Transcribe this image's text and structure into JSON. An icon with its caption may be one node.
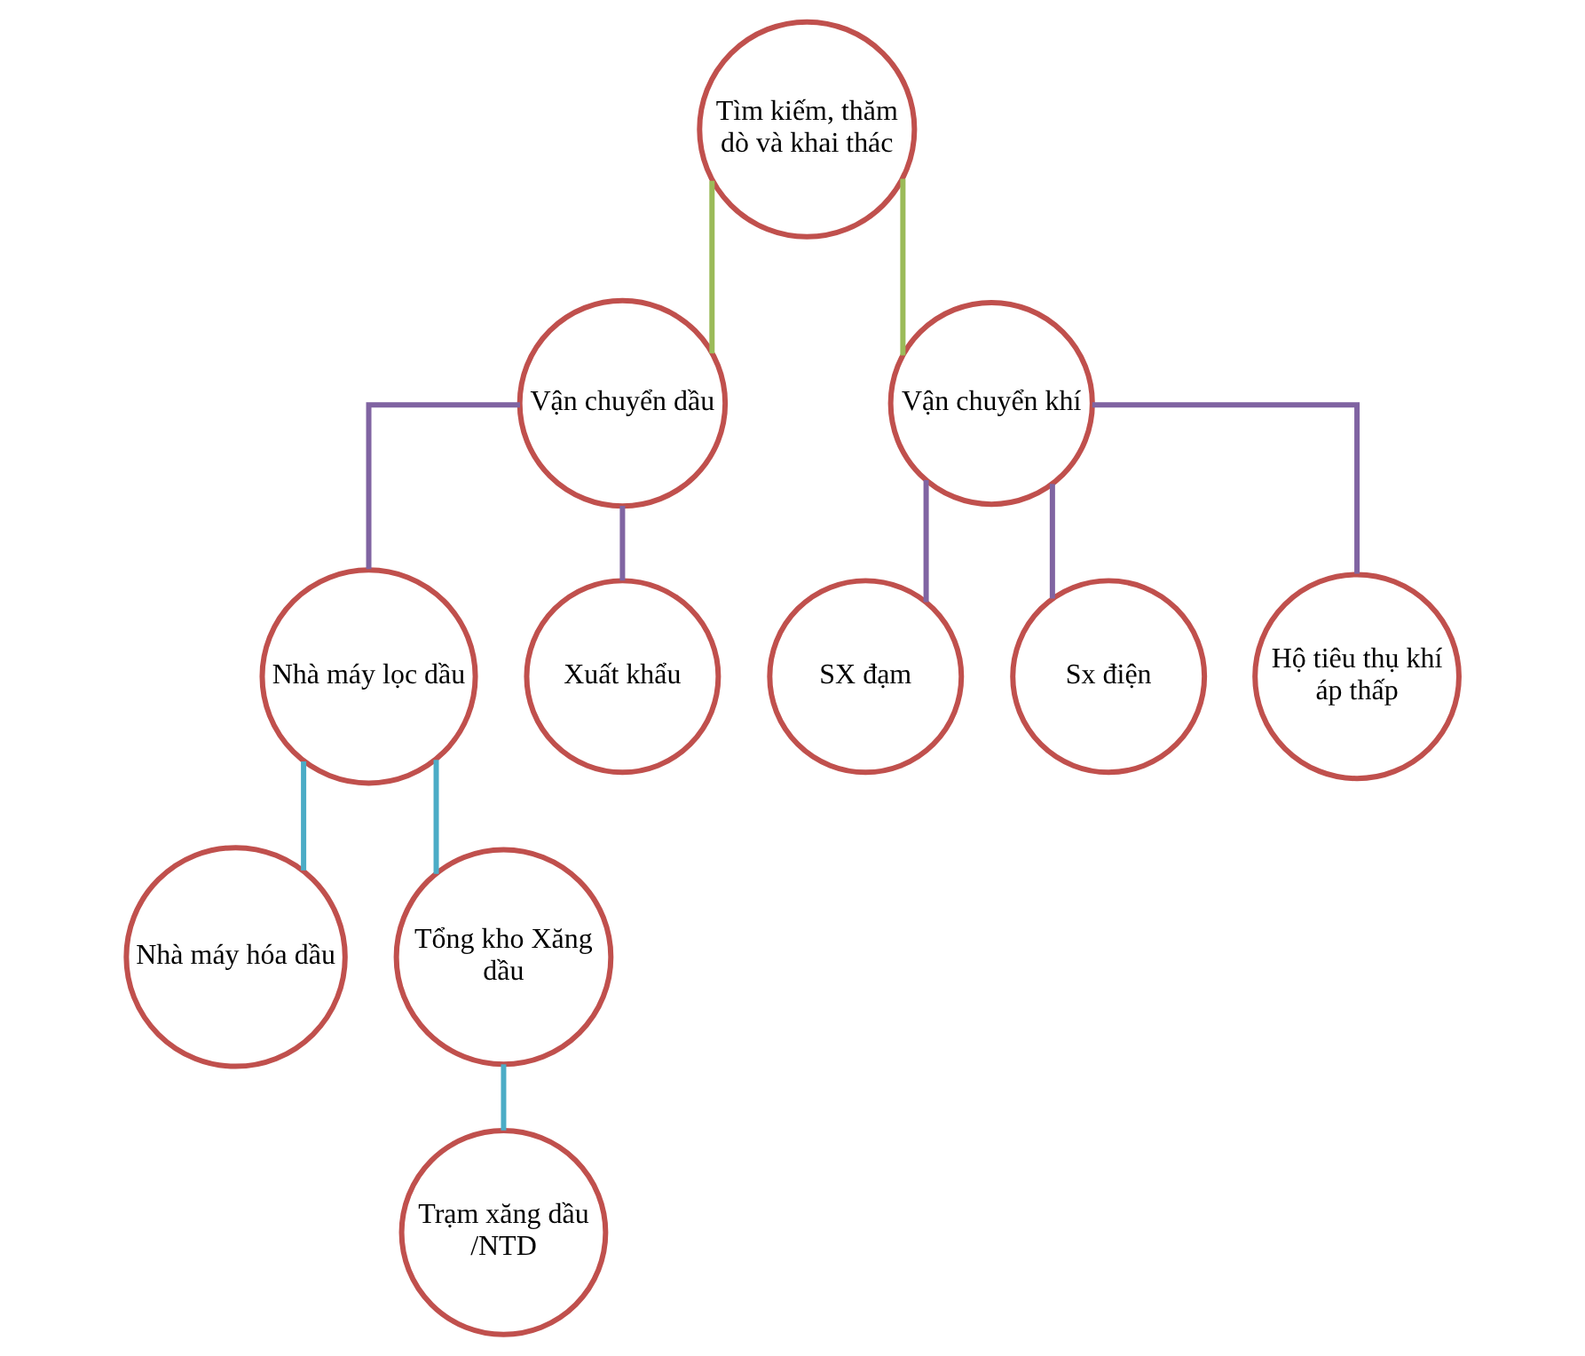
{
  "diagram": {
    "nodes": [
      {
        "text": [
          "Tìm kiếm, thăm dò và khai thác"
        ]
      },
      {
        "text": [
          "Vận chuyển dầu"
        ]
      },
      {
        "text": [
          "Vận chuyển khí"
        ]
      },
      {
        "text": [
          "Nhà máy lọc dầu"
        ]
      },
      {
        "text": [
          "Xuất khẩu"
        ]
      },
      {
        "text": [
          "Nhà máy hóa dầu"
        ]
      },
      {
        "text": [
          "Tổng kho Xăng dầu"
        ]
      },
      {
        "text": [
          "Trạm xăng dầu /NTD"
        ]
      },
      {
        "text": [
          "SX đạm"
        ]
      },
      {
        "text": [
          "Sx điện"
        ]
      },
      {
        "text": [
          "Hộ tiêu thụ khí áp thấp"
        ]
      }
    ],
    "edges": [
      {
        "from": 0,
        "to": 1,
        "arrow": "none",
        "color": "#9bbb59"
      },
      {
        "from": 0,
        "to": 2,
        "arrow": "none",
        "color": "#9bbb59"
      },
      {
        "from": 1,
        "to": 3,
        "arrow": "none"
      },
      {
        "from": 1,
        "to": 4,
        "arrow": "none"
      },
      {
        "from": 2,
        "to": 8,
        "arrow": "none"
      },
      {
        "from": 2,
        "to": 9,
        "arrow": "none"
      },
      {
        "from": 2,
        "to": 10,
        "arrow": "none"
      },
      {
        "from": 3,
        "to": 5,
        "arrow": "none",
        "color": "#4bacc6"
      },
      {
        "from": 3,
        "to": 6,
        "arrow": "none",
        "color": "#4bacc6"
      },
      {
        "from": 6,
        "to": 7,
        "arrow": "none",
        "color": "#4bacc6"
      }
    ]
  }
}
